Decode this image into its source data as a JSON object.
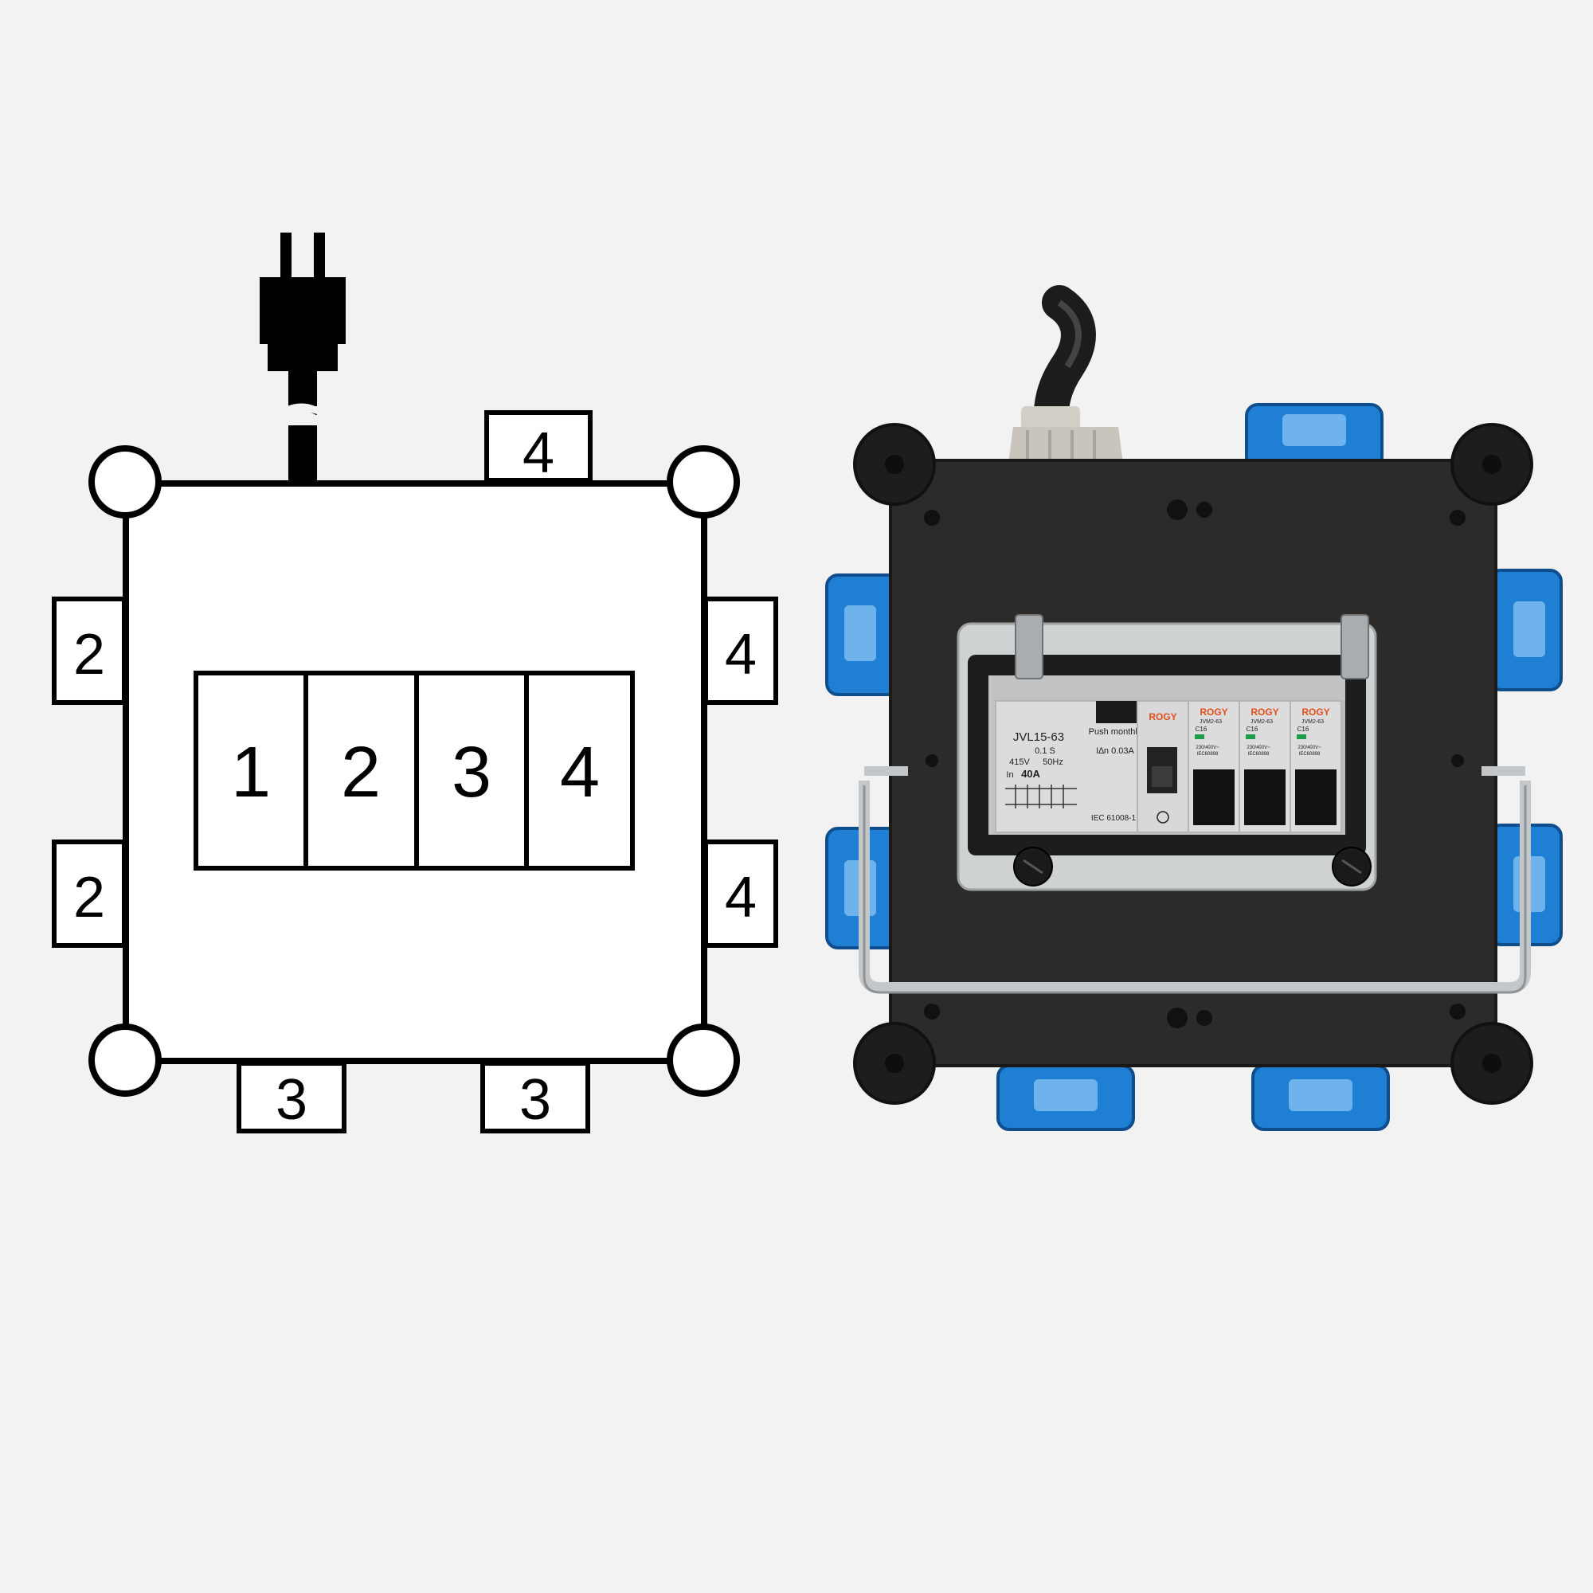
{
  "diagram": {
    "colors": {
      "background": "#f2f2f2",
      "line": "#000000",
      "fill": "#ffffff"
    },
    "icons": {
      "supply": "power-plug-icon",
      "corner": "corner-foot-circle-icon"
    },
    "breaker_slots": [
      "1",
      "2",
      "3",
      "4"
    ],
    "outlets": {
      "top": [
        "4"
      ],
      "left": [
        "2",
        "2"
      ],
      "right": [
        "4",
        "4"
      ],
      "bottom": [
        "3",
        "3"
      ]
    }
  },
  "photo": {
    "colors": {
      "housing": "#2d2b2a",
      "socket_blue": "#1f7fd4",
      "cover_frame": "#cfd2d2",
      "device_face": "#dcdcdc",
      "brand_red": "#e0501f",
      "handle_steel": "#c4c7ca",
      "cable": "#1c1c1c",
      "gland": "#c9c5bc"
    },
    "rcd": {
      "model": "JVL15-63",
      "push_note": "Push monthly",
      "trip_time": "0.1 S",
      "voltage": "415V",
      "frequency": "50Hz",
      "current_label": "In",
      "current": "40A",
      "residual": "I∆n 0.03A",
      "standard": "IEC 61008-1"
    },
    "brand": "ROGY",
    "mcbs": [
      {
        "model": "JVM2-63",
        "rating": "C16",
        "spec": "230/400V~",
        "standard": "IEC60898"
      },
      {
        "model": "JVM2-63",
        "rating": "C16",
        "spec": "230/400V~",
        "standard": "IEC60898"
      },
      {
        "model": "JVM2-63",
        "rating": "C16",
        "spec": "230/400V~",
        "standard": "IEC60898"
      }
    ]
  }
}
